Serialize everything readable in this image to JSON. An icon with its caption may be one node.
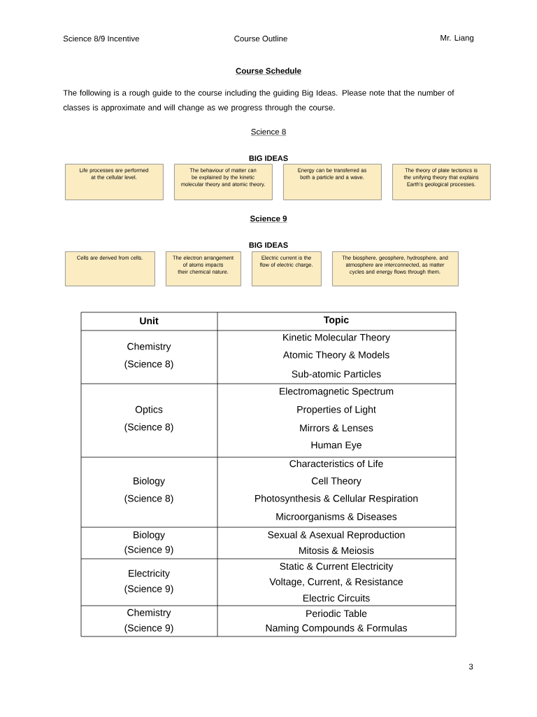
{
  "diagram": {
    "title": "Course Schedule",
    "nodes": [
      {
        "text": [
          "Life processes are performed at the cellular level."
        ]
      },
      {
        "text": [
          "The behaviour of matter can be explained by the kinetic molecular theory and atomic theory."
        ]
      },
      {
        "text": [
          "Energy can be transferred as both a particle and a wave."
        ]
      },
      {
        "text": [
          "The theory of plate tectonics is the unifying theory that explains Earth’s geological processes."
        ]
      },
      {
        "text": [
          "Cells are derived from cells."
        ]
      },
      {
        "text": [
          "The electron arrangement of atoms impacts their chemical nature."
        ]
      },
      {
        "text": [
          "Electric current is the flow of electric charge."
        ]
      },
      {
        "text": [
          "The biosphere, geosphere, hydrosphere, and atmosphere are interconnected, as matter cycles and energy flows through them."
        ]
      }
    ],
    "labels": [
      "Science 8/9 Incentive",
      "Course Outline",
      "Mr. Liang",
      "The following is a rough guide to the course including the guiding Big Ideas.  Please note that the number of classes is approximate and will change as we progress through the course.",
      "Science 8",
      "BIG IDEAS",
      "Science 9",
      "BIG IDEAS",
      "Unit",
      "Topic",
      "Chemistry",
      "(Science 8)",
      "Kinetic Molecular Theory",
      "Atomic Theory & Models",
      "Sub-atomic Particles",
      "Optics",
      "(Science 8)",
      "Electromagnetic Spectrum",
      "Properties of Light",
      "Mirrors & Lenses",
      "Human Eye",
      "Biology",
      "(Science 8)",
      "Characteristics of Life",
      "Cell Theory",
      "Photosynthesis & Cellular Respiration",
      "Microorganisms & Diseases",
      "Biology",
      "(Science 9)",
      "Sexual & Asexual Reproduction",
      "Mitosis & Meiosis",
      "Electricity",
      "(Science 9)",
      "Static & Current Electricity",
      "Voltage, Current, & Resistance",
      "Electric Circuits",
      "Chemistry",
      "(Science 9)",
      "Periodic Table",
      "Naming Compounds & Formulas",
      "3"
    ]
  }
}
